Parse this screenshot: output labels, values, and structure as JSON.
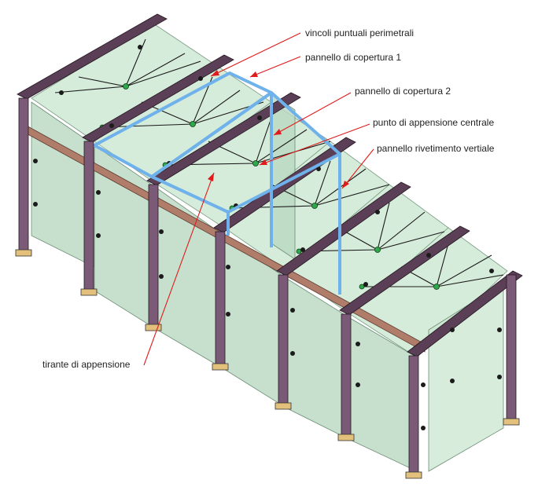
{
  "labels": {
    "vincoli": "vincoli puntuali perimetrali",
    "pannello1": "pannello di copertura 1",
    "pannello2": "pannello di copertura 2",
    "punto": "punto di appensione centrale",
    "rivestimento": "pannello rivetimento vertiale",
    "tirante": "tirante di appensione"
  },
  "colors": {
    "frame": "#5a3f56",
    "glass": "#c9e5cf",
    "highlight": "#6fb1ea",
    "leader": "#e11b1b",
    "node": "#2fa84a"
  }
}
